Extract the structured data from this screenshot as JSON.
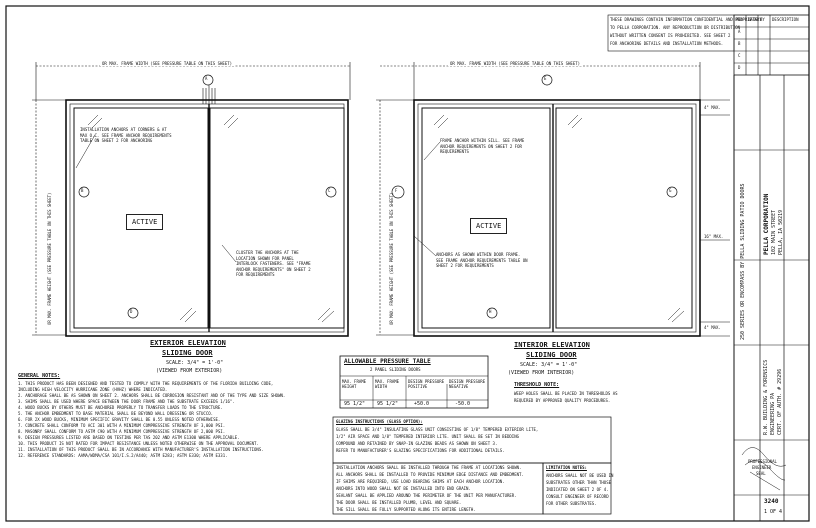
{
  "title_block": {
    "company_lines": [
      "PELLA CORPORATION",
      "102 MAIN STREET",
      "PELLA, IA 50219"
    ],
    "series_title": "250 SERIES OR ENCOMPASS BY PELLA SLIDING PATIO DOORS",
    "engineer_lines": [
      "R.W. BUILDING & FORENSICS",
      "ENGINEERING PA",
      "CERT. OF AUTH. # 29296"
    ],
    "drawing_no": "3240",
    "sheet_label": "1 OF 4",
    "revision_header": [
      "REV",
      "DATE",
      "BY",
      "DESCRIPTION"
    ],
    "revisions": [
      "A",
      "B",
      "C",
      "D"
    ]
  },
  "top_note": {
    "lines": [
      "THESE DRAWINGS CONTAIN INFORMATION CONFIDENTIAL AND PROPRIETARY",
      "TO PELLA CORPORATION. ANY REPRODUCTION OR DISTRIBUTION",
      "WITHOUT WRITTEN CONSENT IS PROHIBITED. SEE SHEET 2",
      "FOR ANCHORING DETAILS AND INSTALLATION METHODS."
    ]
  },
  "exterior_elevation": {
    "dim_top": "OR MAX. FRAME WIDTH (SEE PRESSURE TABLE ON THIS SHEET)",
    "dim_left": "OR MAX. FRAME HEIGHT (SEE PRESSURE TABLE ON THIS SHEET)",
    "callout_anchor": "INSTALLATION ANCHORS AT CORNERS & AT MAX O.C. SEE FRAME ANCHOR REQUIREMENTS TABLE ON SHEET 2 FOR ANCHORING",
    "callout_cluster": "CLUSTER THE ANCHORS AT THE LOCATION SHOWN FOR PANEL INTERLOCK FASTENERS. SEE \"FRAME ANCHOR REQUIREMENTS\" ON SHEET 2 FOR REQUIREMENTS",
    "active_label": "ACTIVE",
    "title": "EXTERIOR ELEVATION",
    "subtitle": "SLIDING DOOR",
    "scale": "SCALE: 3/4\" = 1'-0\"",
    "view_note": "(VIEWED FROM EXTERIOR)",
    "section_markers": [
      "A",
      "B",
      "C",
      "D"
    ]
  },
  "interior_elevation": {
    "dim_top": "OR MAX. FRAME WIDTH (SEE PRESSURE TABLE ON THIS SHEET)",
    "dim_left": "OR MAX. FRAME HEIGHT (SEE PRESSURE TABLE ON THIS SHEET)",
    "dim_right_top": "4\" MAX.",
    "dim_right_mid": "16\" MAX.",
    "dim_right_bot": "4\" MAX.",
    "callout_frame": "FRAME ANCHOR WITHIN SILL. SEE FRAME ANCHOR REQUIREMENTS ON SHEET 2 FOR REQUIREMENTS",
    "callout_anchor": "ANCHORS AS SHOWN WITHIN DOOR FRAME. SEE FRAME ANCHOR REQUIREMENTS TABLE ON SHEET 2 FOR REQUIREMENTS",
    "active_label": "ACTIVE",
    "title": "INTERIOR ELEVATION",
    "subtitle": "SLIDING DOOR",
    "scale": "SCALE: 3/4\" = 1'-0\"",
    "view_note": "(VIEWED FROM INTERIOR)",
    "section_markers": [
      "E",
      "F",
      "G",
      "H"
    ]
  },
  "pressure_table": {
    "title": "ALLOWABLE PRESSURE TABLE",
    "subtitle": "2 PANEL SLIDING DOORS",
    "headers": [
      "MAX. FRAME HEIGHT",
      "MAX. FRAME WIDTH",
      "DESIGN PRESSURE POSITIVE",
      "DESIGN PRESSURE NEGATIVE"
    ],
    "row": [
      "95 1/2\"",
      "95 1/2\"",
      "+50.0",
      "-50.0"
    ]
  },
  "threshold_note": {
    "title": "THRESHOLD NOTE:",
    "lines": [
      "WEEP HOLES SHALL BE PLACED IN THRESHOLDS AS",
      "REQUIRED BY APPROVED QUALITY PROCEDURES."
    ]
  },
  "general_notes": {
    "title": "GENERAL NOTES:",
    "lines": [
      "1. THIS PRODUCT HAS BEEN DESIGNED AND TESTED TO COMPLY WITH THE REQUIREMENTS OF THE FLORIDA BUILDING CODE,",
      "   INCLUDING HIGH VELOCITY HURRICANE ZONE (HVHZ) WHERE INDICATED.",
      "2. ANCHORAGE SHALL BE AS SHOWN ON SHEET 2. ANCHORS SHALL BE CORROSION RESISTANT AND OF THE TYPE AND SIZE SHOWN.",
      "3. SHIMS SHALL BE USED WHERE SPACE BETWEEN THE DOOR FRAME AND THE SUBSTRATE EXCEEDS 1/16\".",
      "4. WOOD BUCKS BY OTHERS MUST BE ANCHORED PROPERLY TO TRANSFER LOADS TO THE STRUCTURE.",
      "5. THE ANCHOR EMBEDMENT TO BASE MATERIAL SHALL BE BEYOND WALL DRESSING OR STUCCO.",
      "6. FOR 2X WOOD BUCKS, MINIMUM SPECIFIC GRAVITY SHALL BE 0.55 UNLESS NOTED OTHERWISE.",
      "7. CONCRETE SHALL CONFORM TO ACI 301 WITH A MINIMUM COMPRESSIVE STRENGTH OF 3,000 PSI.",
      "8. MASONRY SHALL CONFORM TO ASTM C90 WITH A MINIMUM COMPRESSIVE STRENGTH OF 2,000 PSI.",
      "9. DESIGN PRESSURES LISTED ARE BASED ON TESTING PER TAS 202 AND ASTM E1300 WHERE APPLICABLE.",
      "10. THIS PRODUCT IS NOT RATED FOR IMPACT RESISTANCE UNLESS NOTED OTHERWISE ON THE APPROVAL DOCUMENT.",
      "11. INSTALLATION OF THIS PRODUCT SHALL BE IN ACCORDANCE WITH MANUFACTURER'S INSTALLATION INSTRUCTIONS.",
      "12. REFERENCE STANDARDS: AAMA/WDMA/CSA 101/I.S.2/A440; ASTM E283; ASTM E330; ASTM E331."
    ]
  },
  "glazing_note": {
    "title": "GLAZING INSTRUCTIONS (GLASS OPTION):",
    "lines": [
      "GLASS SHALL BE 3/4\" INSULATING GLASS UNIT CONSISTING OF 1/8\" TEMPERED EXTERIOR LITE,",
      "1/2\" AIR SPACE AND 1/8\" TEMPERED INTERIOR LITE. UNIT SHALL BE SET IN BEDDING",
      "COMPOUND AND RETAINED BY SNAP-IN GLAZING BEADS AS SHOWN ON SHEET 3.",
      "REFER TO MANUFACTURER'S GLAZING SPECIFICATIONS FOR ADDITIONAL DETAILS."
    ]
  },
  "installation_notes": {
    "lines": [
      "INSTALLATION ANCHORS SHALL BE INSTALLED THROUGH THE FRAME AT LOCATIONS SHOWN.",
      "ALL ANCHORS SHALL BE INSTALLED TO PROVIDE MINIMUM EDGE DISTANCE AND EMBEDMENT.",
      "IF SHIMS ARE REQUIRED, USE LOAD BEARING SHIMS AT EACH ANCHOR LOCATION.",
      "ANCHORS INTO WOOD SHALL NOT BE INSTALLED INTO END GRAIN.",
      "SEALANT SHALL BE APPLIED AROUND THE PERIMETER OF THE UNIT PER MANUFACTURER.",
      "THE DOOR SHALL BE INSTALLED PLUMB, LEVEL AND SQUARE.",
      "THE SILL SHALL BE FULLY SUPPORTED ALONG ITS ENTIRE LENGTH."
    ]
  },
  "limitation_note": {
    "title": "LIMITATION NOTES:",
    "lines": [
      "ANCHORS SHALL NOT BE USED IN",
      "SUBSTRATES OTHER THAN THOSE",
      "INDICATED ON SHEET 2 OF 4.",
      "CONSULT ENGINEER OF RECORD",
      "FOR OTHER SUBSTRATES."
    ]
  },
  "seal": {
    "lines": [
      "PROFESSIONAL",
      "ENGINEER",
      "SEAL"
    ]
  }
}
